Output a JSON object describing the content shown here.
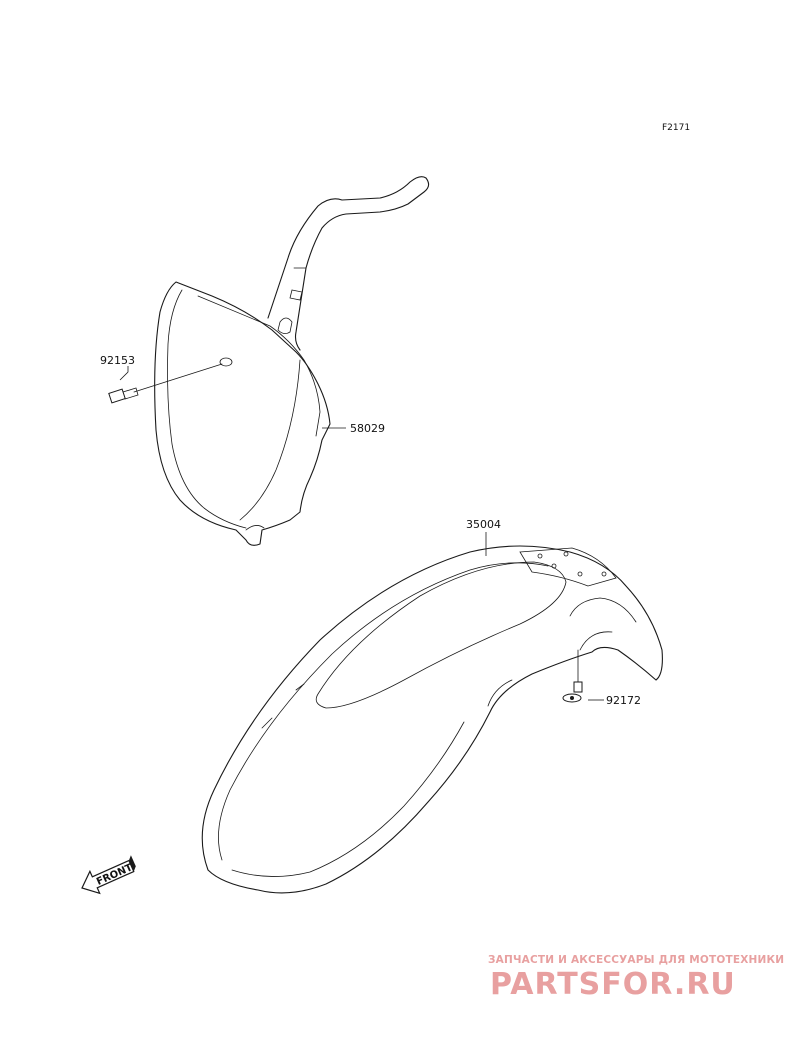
{
  "diagram": {
    "ref_code": "F2171",
    "parts": [
      {
        "id": "92153"
      },
      {
        "id": "58029"
      },
      {
        "id": "35004"
      },
      {
        "id": "92172"
      }
    ],
    "front_arrow_label": "FRONT"
  },
  "watermark": {
    "tagline": "ЗАПЧАСТИ И АКСЕССУАРЫ ДЛЯ МОТОТЕХНИКИ",
    "brand": "PARTSFOR.RU",
    "color": "#e8a0a0"
  }
}
